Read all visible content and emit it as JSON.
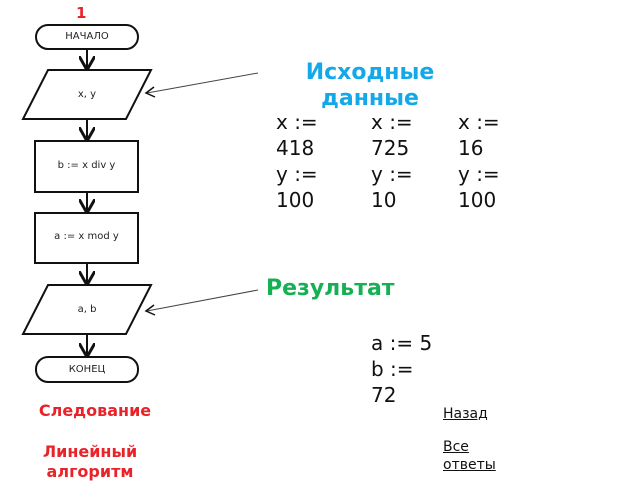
{
  "slide_number": "1",
  "flowchart": {
    "start": "НАЧАЛО",
    "input": "x, y",
    "step1": "b := x div y",
    "step2": "a := x mod y",
    "output": "a, b",
    "end": "КОНЕЦ"
  },
  "input_section": {
    "heading": "Исходные данные",
    "columns": [
      {
        "x_label": "x :=",
        "x_value": "418",
        "y_label": "y :=",
        "y_value": "100"
      },
      {
        "x_label": "x :=",
        "x_value": "725",
        "y_label": "y :=",
        "y_value": "10"
      },
      {
        "x_label": "x :=",
        "x_value": "16",
        "y_label": "y :=",
        "y_value": "100"
      }
    ]
  },
  "result_section": {
    "heading": "Результат",
    "a_line": "a := 5",
    "b_label": "b :=",
    "b_value": "72"
  },
  "labels": {
    "sequence": "Следование",
    "linear": "Линейный алгоритм"
  },
  "nav": {
    "back": "Назад",
    "all_answers": "Все ответы"
  },
  "colors": {
    "red": "#e8232a",
    "blue": "#13a9e8",
    "green": "#16b054"
  }
}
